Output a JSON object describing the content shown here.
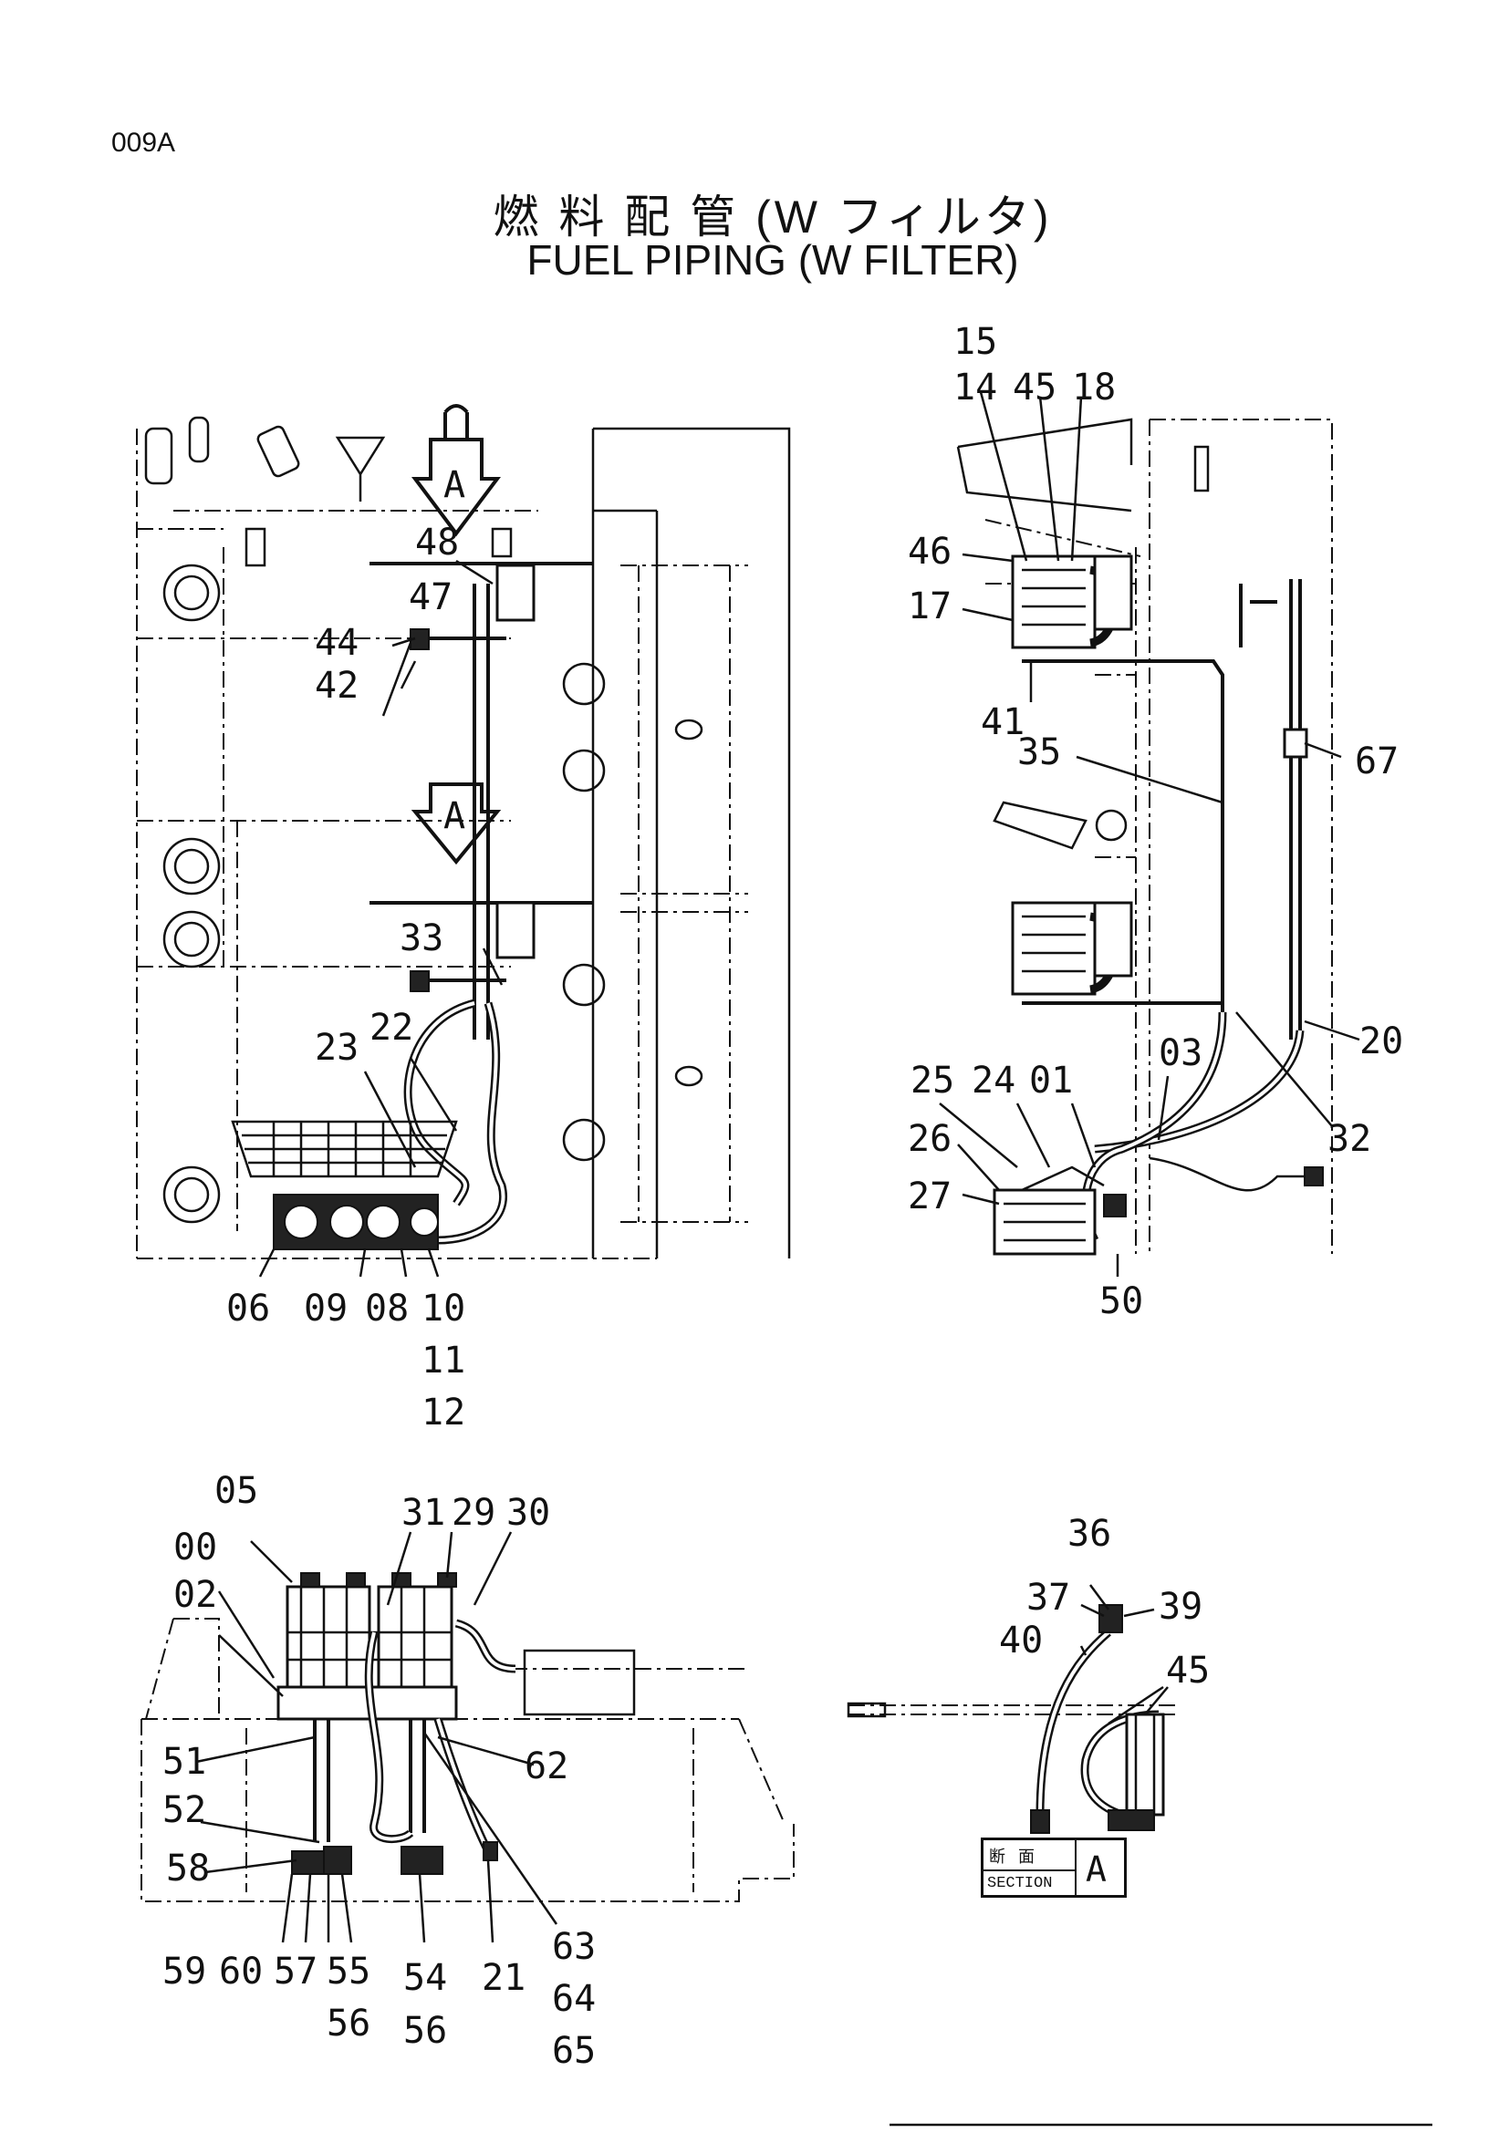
{
  "page_id": "009A",
  "title_jp": "燃 料 配 管 (W フィルタ)",
  "title_en": "FUEL  PIPING (W  FILTER)",
  "section_box": {
    "jp": "断面",
    "en": "SECTION",
    "letter": "A"
  },
  "view_marks": {
    "arrow_letter": "A"
  },
  "callouts": {
    "left_view": [
      "48",
      "47",
      "44",
      "42",
      "33",
      "22",
      "23",
      "06",
      "09",
      "08",
      "10",
      "11",
      "12"
    ],
    "right_view": [
      "15",
      "14",
      "45",
      "18",
      "46",
      "17",
      "41",
      "35",
      "67",
      "20",
      "03",
      "25",
      "24",
      "01",
      "26",
      "27",
      "32",
      "50"
    ],
    "bottom_left_view": [
      "05",
      "00",
      "02",
      "31",
      "29",
      "30",
      "51",
      "52",
      "58",
      "62",
      "59",
      "60",
      "57",
      "55",
      "56",
      "54",
      "56",
      "21",
      "63",
      "64",
      "65"
    ],
    "section_a_view": [
      "36",
      "37",
      "39",
      "40",
      "45"
    ]
  }
}
